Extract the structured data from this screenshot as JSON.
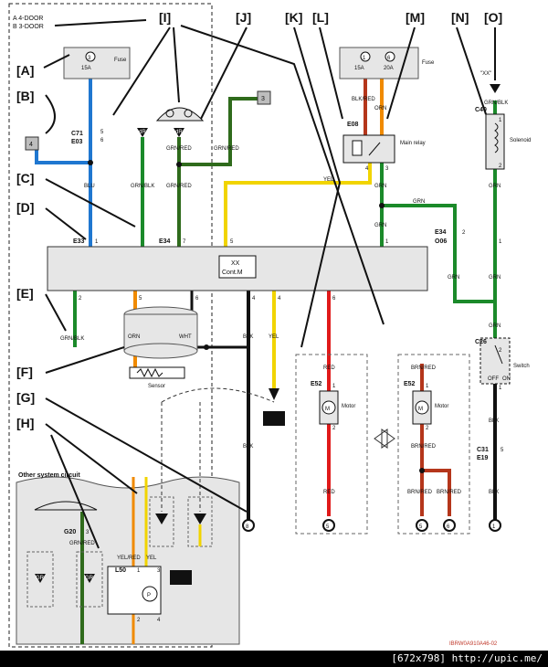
{
  "legend": {
    "door4": "4-DOOR",
    "door3": "3-DOOR",
    "symA": "A",
    "symB": "B"
  },
  "callouts": [
    "[A]",
    "[B]",
    "[C]",
    "[D]",
    "[E]",
    "[F]",
    "[G]",
    "[H]",
    "[I]",
    "[J]",
    "[K]",
    "[L]",
    "[M]",
    "[N]",
    "[O]"
  ],
  "fuse_left": {
    "num": "3",
    "amp": "15A",
    "label": "Fuse"
  },
  "fuse_right": {
    "num1": "1",
    "amp1": "15A",
    "num2": "6",
    "amp2": "20A",
    "label": "Fuse"
  },
  "connectors": {
    "c71": "C71",
    "e03": "E03",
    "c71_pin": "5",
    "e03_pin": "6",
    "e33": "E33",
    "e33_pin": "1",
    "e34": "E34",
    "e34_pin7": "7",
    "pin5": "5",
    "e08": "E08",
    "e08_pin3": "3",
    "e08_pin4": "4",
    "c40": "C40",
    "c40_pin1": "1",
    "c40_pin2": "2",
    "e34b": "E34",
    "o06": "O06",
    "e34b_pin2": "2",
    "e34b_pin1": "1",
    "c26": "C26",
    "c26_pin2": "2",
    "c26_pin1": "1",
    "c31": "C31",
    "e19": "E19",
    "c31_pin5": "5",
    "e52a": "E52",
    "e52b": "E52",
    "m1": "1",
    "m2": "2",
    "g20": "G20",
    "g20_pin": "3",
    "l50": "L50",
    "l50_p1": "1",
    "l50_p2": "2",
    "l50_p3": "3",
    "l50_p4": "4"
  },
  "wires": {
    "blu": "BLU",
    "grn_blk": "GRN/BLK",
    "grn_red": "GRN/RED",
    "yel": "YEL",
    "blk_red": "BLK/RED",
    "orn": "ORN",
    "grn": "GRN",
    "grn_blk2": "GRN/BLK",
    "wht": "WHT",
    "blk": "BLK",
    "red": "RED",
    "brn_red": "BRN/RED",
    "yel_red": "YEL/RED"
  },
  "components": {
    "main_relay": "Main relay",
    "solenoid": "Solenoid",
    "switch": "Switch",
    "sensor": "Sensor",
    "motor": "Motor",
    "controller_line1": "XX",
    "controller_line2": "Cont.M",
    "xx_tag": "\"XX\"",
    "off": "OFF",
    "on": "ON",
    "pump": "P",
    "other_system": "Other system circuit",
    "gr": "GR",
    "dr": "dR",
    "motor_symbol": "M",
    "box_label": "3",
    "box_label_b": "4"
  },
  "pins": {
    "p1": "1",
    "p2": "2",
    "p4": "4",
    "p5": "5",
    "p6": "6",
    "p7": "7"
  },
  "grounds": {
    "g8": "8",
    "g5a": "5",
    "g5b": "5",
    "g6": "6",
    "g1": "1"
  },
  "footer": {
    "code": "IBRW0A910A46-02",
    "credit": "[672x798] http://upic.me/"
  },
  "colors": {
    "blue": "#1f77d0",
    "green": "#1b8a2a",
    "dark_green": "#2f6b1c",
    "yellow": "#f1d400",
    "orange": "#f08a00",
    "red": "#e01a1a",
    "brown_red": "#b5361b",
    "black": "#111111",
    "grey_panel": "#e6e6e6"
  }
}
